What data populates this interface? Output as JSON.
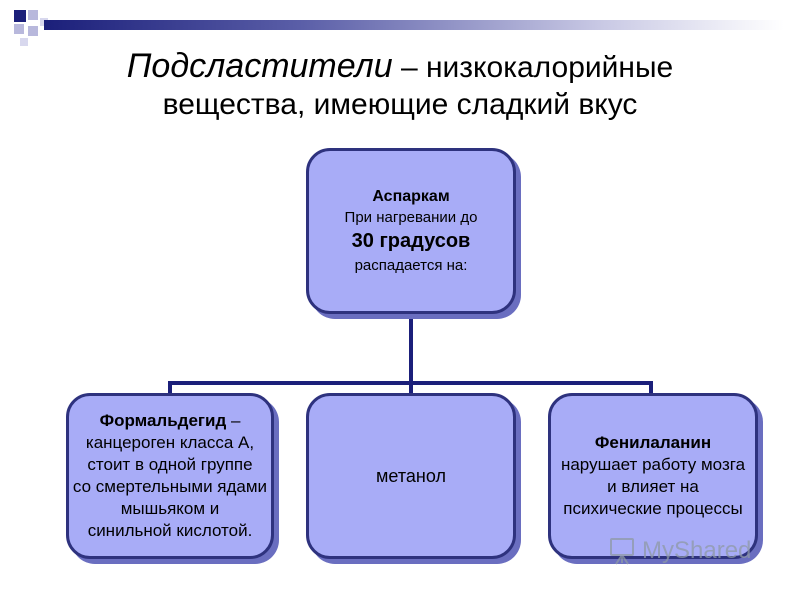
{
  "title": {
    "part1": "Подсластители",
    "part2": " – низкокалорийные",
    "line2": "вещества, имеющие сладкий вкус"
  },
  "root": {
    "name": "Аспаркам",
    "line1": "При нагревании до",
    "line2": "30 градусов",
    "line3": "распадается на:"
  },
  "children": [
    {
      "lines": [
        "Формальдегид",
        " –",
        "канцероген класса А,",
        "стоит в одной группе",
        "со смертельными ядами",
        "мышьяком и",
        "синильной кислотой."
      ]
    },
    {
      "lines": [
        "метанол"
      ]
    },
    {
      "lines": [
        "Фенилаланин",
        "нарушает работу мозга",
        "и влияет на",
        "психические процессы"
      ]
    }
  ],
  "watermark": {
    "text": "MyShared"
  },
  "colors": {
    "box_fill": "#a8acf7",
    "box_border": "#2e327e",
    "accent": "#1b1f7a"
  }
}
